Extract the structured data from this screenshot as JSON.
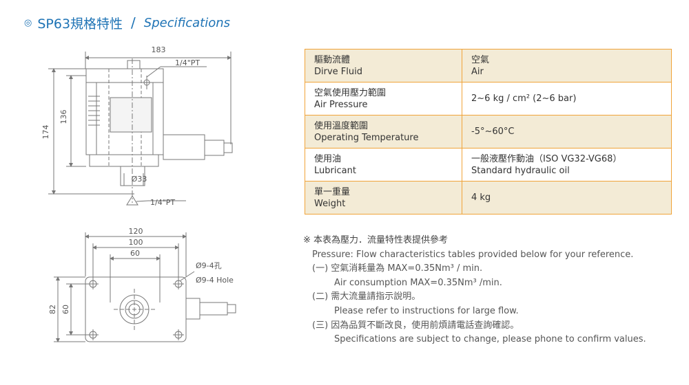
{
  "header": {
    "bullet": "◎",
    "model_title": "SP63規格特性",
    "separator": "/",
    "en_title": "Specifications"
  },
  "drawing": {
    "top_view": {
      "dim_width": "183",
      "dim_height_total": "174",
      "dim_height_body": "136",
      "port_top": "1/4\"PT",
      "port_bottom": "1/4\"PT",
      "shaft_dia": "Ø33"
    },
    "bottom_view": {
      "dim_width_120": "120",
      "dim_width_100": "100",
      "dim_width_60": "60",
      "dim_height_82": "82",
      "dim_height_60": "60",
      "hole_label_cn": "Ø9-4孔",
      "hole_label_en": "Ø9-4 Hole"
    }
  },
  "spec_table": {
    "rows": [
      {
        "label_cn": "驅動流體",
        "label_en": "Dirve Fluid",
        "value_cn": "空氣",
        "value_en": "Air"
      },
      {
        "label_cn": "空氣使用壓力範圍",
        "label_en": "Air Pressure",
        "value_cn": "",
        "value_en": "2~6 kg / cm² (2~6 bar)"
      },
      {
        "label_cn": "使用溫度範圍",
        "label_en": "Operating Temperature",
        "value_cn": "",
        "value_en": "-5°~60°C"
      },
      {
        "label_cn": "使用油",
        "label_en": "Lubricant",
        "value_cn": "一般液壓作動油（ISO VG32-VG68）",
        "value_en": "Standard hydraulic oil"
      },
      {
        "label_cn": "單一重量",
        "label_en": "Weight",
        "value_cn": "",
        "value_en": "4 kg"
      }
    ]
  },
  "notes": {
    "heading_cn": "※ 本表為壓力．流量特性表提供參考",
    "heading_en": "Pressure: Flow characteristics tables provided below for your reference.",
    "items": [
      {
        "cn": "(一) 空氣消耗量為 MAX=0.35Nm³ / min.",
        "en": "Air consumption MAX=0.35Nm³ /min."
      },
      {
        "cn": "(二) 需大流量請指示說明。",
        "en": "Please refer to instructions for large flow."
      },
      {
        "cn": "(三) 因為品質不斷改良，使用前煩請電話查詢確認。",
        "en": "Specifications are subject to change, please phone to confirm values."
      }
    ]
  },
  "colors": {
    "title_blue": "#1e73b5",
    "table_border": "#f0a338",
    "table_band": "#f3ebd6",
    "drawing_line": "#777777"
  }
}
